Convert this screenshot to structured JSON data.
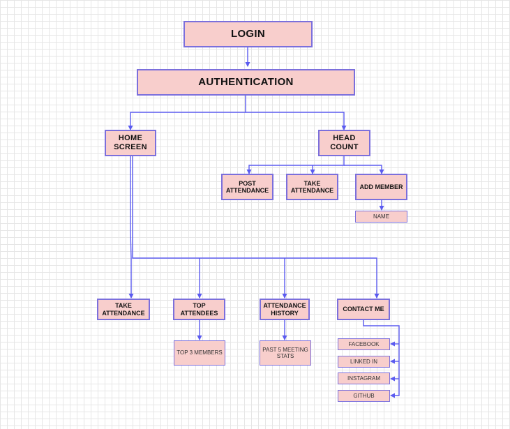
{
  "nodes": {
    "login": "LOGIN",
    "authentication": "AUTHENTICATION",
    "home_screen": "HOME\nSCREEN",
    "head_count": "HEAD\nCOUNT",
    "post_attendance": "POST\nATTENDANCE",
    "take_attendance_hc": "TAKE\nATTENDANCE",
    "add_member": "ADD MEMBER",
    "name": "NAME",
    "take_attendance_home": "TAKE\nATTENDANCE",
    "top_attendees": "TOP\nATTENDEES",
    "attendance_history": "ATTENDANCE\nHISTORY",
    "contact_me": "CONTACT ME",
    "top_3_members": "TOP 3 MEMBERS",
    "past_5_meeting_stats": "PAST 5 MEETING\nSTATS",
    "facebook": "FACEBOOK",
    "linked_in": "LINKED IN",
    "instagram": "INSTAGRAM",
    "github": "GITHUB"
  },
  "colors": {
    "node_fill": "#f8cecc",
    "node_border": "#7b6fdc",
    "edge": "#5b5bf0",
    "grid": "#e6e6e6"
  }
}
